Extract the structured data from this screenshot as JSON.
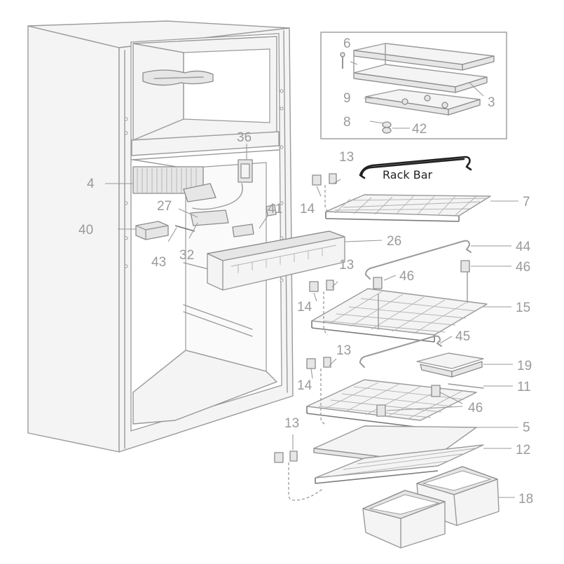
{
  "diagram": {
    "annotation": "Rack Bar",
    "labels": [
      {
        "id": "6",
        "text": "6"
      },
      {
        "id": "3",
        "text": "3"
      },
      {
        "id": "9",
        "text": "9"
      },
      {
        "id": "8",
        "text": "8"
      },
      {
        "id": "42",
        "text": "42"
      },
      {
        "id": "36",
        "text": "36"
      },
      {
        "id": "4",
        "text": "4"
      },
      {
        "id": "13a",
        "text": "13"
      },
      {
        "id": "14a",
        "text": "14"
      },
      {
        "id": "7",
        "text": "7"
      },
      {
        "id": "27",
        "text": "27"
      },
      {
        "id": "41",
        "text": "41"
      },
      {
        "id": "40",
        "text": "40"
      },
      {
        "id": "26",
        "text": "26"
      },
      {
        "id": "43",
        "text": "43"
      },
      {
        "id": "32",
        "text": "32"
      },
      {
        "id": "44",
        "text": "44"
      },
      {
        "id": "13b",
        "text": "13"
      },
      {
        "id": "46a",
        "text": "46"
      },
      {
        "id": "46b",
        "text": "46"
      },
      {
        "id": "14b",
        "text": "14"
      },
      {
        "id": "15",
        "text": "15"
      },
      {
        "id": "45",
        "text": "45"
      },
      {
        "id": "13c",
        "text": "13"
      },
      {
        "id": "19",
        "text": "19"
      },
      {
        "id": "14c",
        "text": "14"
      },
      {
        "id": "11",
        "text": "11"
      },
      {
        "id": "46c",
        "text": "46"
      },
      {
        "id": "5",
        "text": "5"
      },
      {
        "id": "13d",
        "text": "13"
      },
      {
        "id": "12",
        "text": "12"
      },
      {
        "id": "18",
        "text": "18"
      }
    ]
  }
}
